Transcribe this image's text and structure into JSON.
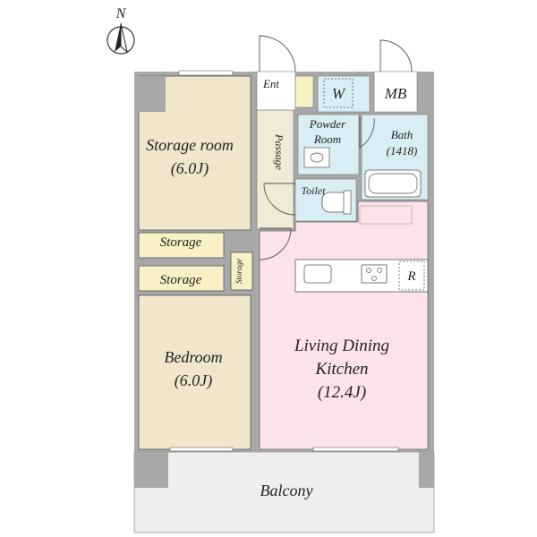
{
  "compass": {
    "label": "N"
  },
  "rooms": {
    "storage_room": {
      "name": "Storage room",
      "size": "(6.0J)"
    },
    "bedroom": {
      "name": "Bedroom",
      "size": "(6.0J)"
    },
    "ldk": {
      "line1": "Living Dining",
      "line2": "Kitchen",
      "size": "(12.4J)"
    },
    "balcony": {
      "name": "Balcony"
    },
    "storage_1": {
      "name": "Storage"
    },
    "storage_2": {
      "name": "Storage"
    },
    "storage_small": {
      "name": "Storage"
    },
    "entrance": {
      "name": "Ent"
    },
    "passage": {
      "name": "Passage"
    },
    "washer": {
      "name": "W"
    },
    "meter_box": {
      "name": "MB"
    },
    "powder_room": {
      "line1": "Powder",
      "line2": "Room"
    },
    "bath": {
      "name": "Bath",
      "size": "(1418)"
    },
    "toilet": {
      "name": "Toilet"
    },
    "refrigerator": {
      "name": "R"
    }
  },
  "colors": {
    "wall": "#a8a8a8",
    "storage_fill": "#efe6cc",
    "storage_small_fill": "#f7f1c5",
    "ldk_fill": "#fbe3e9",
    "wet_fill": "#d9eef4",
    "passage_fill": "#f1ead6",
    "balcony_fill": "#eeeeee"
  }
}
